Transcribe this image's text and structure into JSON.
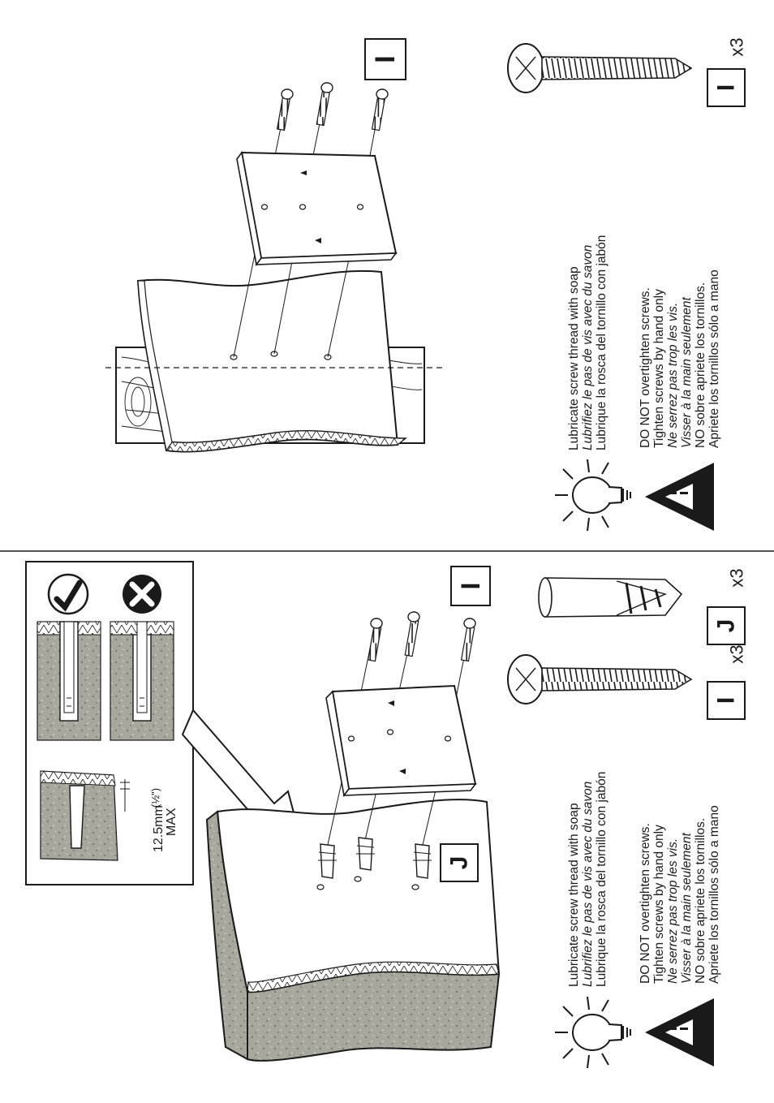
{
  "colors": {
    "ink": "#1a1a1a",
    "concrete": "#a9a9a0",
    "wood": "#ffffff",
    "paper": "#ffffff"
  },
  "wood_section": {
    "part_label": "I",
    "screw_count": "x3",
    "soap_tip": {
      "icon": "lightbulb-icon",
      "lines": [
        "Lubricate screw thread with soap",
        "Lubrifiez le pas de vis avec du savon",
        "Lubrique la rosca del  tornillo con jabón"
      ]
    },
    "warning": {
      "icon": "warning-triangle-icon",
      "lines": [
        "DO NOT overtighten screws.",
        "Tighten screws by hand only",
        "Ne serrez pas trop les vis.",
        "Visser à la main seulement",
        "NO sobre apriete los tornillos.",
        "Apriete los tornillos sólo a mano"
      ]
    }
  },
  "concrete_section": {
    "part_label_screw": "I",
    "part_label_anchor": "J",
    "screw_count": "x3",
    "anchor_count": "x3",
    "depth_note": {
      "value": "12.5mm",
      "fraction": "(½\")",
      "max": "MAX"
    },
    "soap_tip": {
      "icon": "lightbulb-icon",
      "lines": [
        "Lubricate screw thread with soap",
        "Lubrifiez le pas de vis avec du savon",
        "Lubrique la rosca del  tornillo con jabón"
      ]
    },
    "warning": {
      "icon": "warning-triangle-icon",
      "lines": [
        "DO NOT overtighten screws.",
        "Tighten screws by hand only",
        "Ne serrez pas trop les vis.",
        "Visser à la main seulement",
        "NO sobre apriete los tornillos.",
        "Apriete los tornillos sólo a mano"
      ]
    }
  }
}
